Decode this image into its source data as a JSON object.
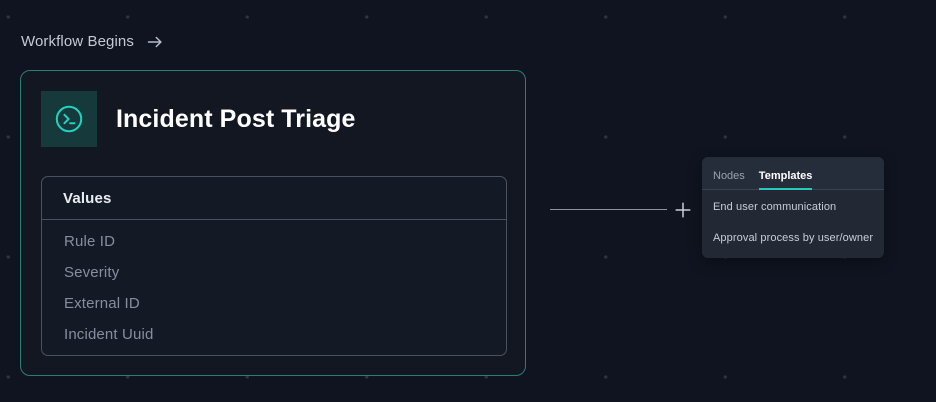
{
  "canvas": {
    "background_color": "#0f1420",
    "dot_color": "#2e3545"
  },
  "workflow_label": {
    "text": "Workflow Begins",
    "arrow_icon": "arrow-right-icon"
  },
  "node_card": {
    "title": "Incident Post Triage",
    "icon": "terminal-circle-icon",
    "accent_color": "#2a7e78",
    "icon_color": "#1fd3c0",
    "values_panel": {
      "header": "Values",
      "rows": [
        "Rule ID",
        "Severity",
        "External ID",
        "Incident Uuid"
      ]
    }
  },
  "connector": {
    "add_button_icon": "plus-icon",
    "line_color": "#8b92a0"
  },
  "templates_panel": {
    "tabs": [
      {
        "label": "Nodes",
        "active": false
      },
      {
        "label": "Templates",
        "active": true
      }
    ],
    "active_tab_color": "#2ac8b8",
    "items": [
      "End user communication",
      "Approval process by user/owner"
    ]
  }
}
